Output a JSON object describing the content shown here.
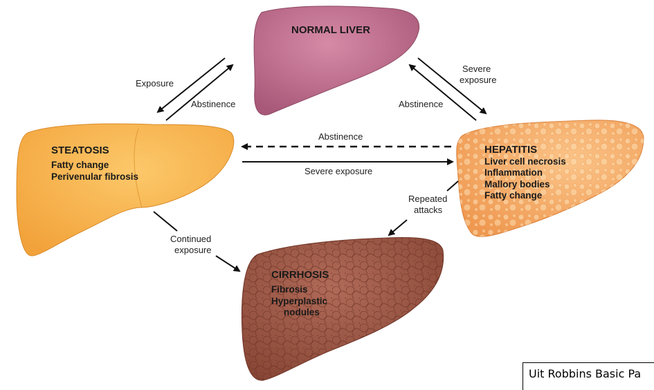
{
  "nodes": {
    "normal": {
      "title": "NORMAL LIVER"
    },
    "steatosis": {
      "title": "STEATOSIS",
      "lines": [
        "Fatty change",
        "Perivenular fibrosis"
      ]
    },
    "hepatitis": {
      "title": "HEPATITIS",
      "lines": [
        "Liver cell necrosis",
        "Inflammation",
        "Mallory bodies",
        "Fatty change"
      ]
    },
    "cirrhosis": {
      "title": "CIRRHOSIS",
      "lines": [
        "Fibrosis",
        "Hyperplastic",
        "nodules"
      ]
    }
  },
  "edges": {
    "steatosis_normal_exposure": "Exposure",
    "steatosis_normal_abstinence": "Abstinence",
    "normal_hepatitis_severe": [
      "Severe",
      "exposure"
    ],
    "normal_hepatitis_abstinence": "Abstinence",
    "hepatitis_steatosis_abstinence": "Abstinence",
    "steatosis_hepatitis_severe": "Severe exposure",
    "steatosis_cirrhosis": [
      "Continued",
      "exposure"
    ],
    "hepatitis_cirrhosis": [
      "Repeated",
      "attacks"
    ]
  },
  "caption": "Uit Robbins Basic Pa",
  "colors": {
    "normal": "#b86a88",
    "steatosis": "#f7b24a",
    "hepatitis": "#f5a45e",
    "cirrhosis": "#9a5442"
  }
}
